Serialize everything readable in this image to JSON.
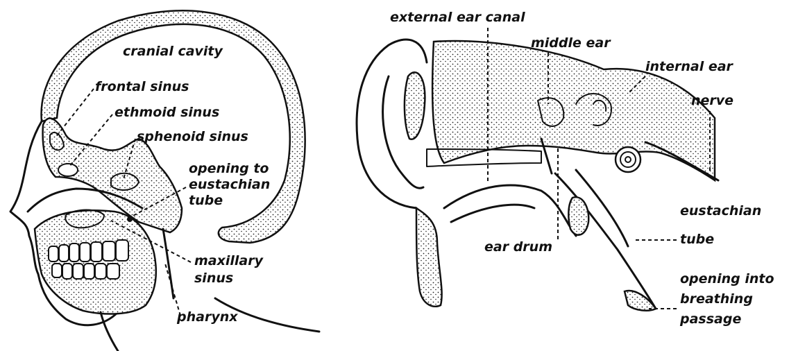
{
  "left_figure": {
    "labels": {
      "cranial_cavity": "cranial cavity",
      "frontal_sinus": "frontal sinus",
      "ethmoid_sinus": "ethmoid sinus",
      "sphenoid_sinus": "sphenoid sinus",
      "opening_line1": "opening to",
      "opening_line2": "eustachian",
      "opening_line3": "tube",
      "maxillary_line1": "maxillary",
      "maxillary_line2": "sinus",
      "pharynx": "pharynx"
    }
  },
  "right_figure": {
    "labels": {
      "external_ear_canal": "external ear canal",
      "middle_ear": "middle ear",
      "internal_ear": "internal ear",
      "nerve": "nerve",
      "eustachian_line1": "eustachian",
      "eustachian_line2": "tube",
      "ear_drum": "ear drum",
      "opening_into_line1": "opening into",
      "opening_into_line2": "breathing",
      "opening_into_line3": "passage"
    }
  },
  "colors": {
    "ink": "#111111",
    "paper": "#ffffff"
  }
}
